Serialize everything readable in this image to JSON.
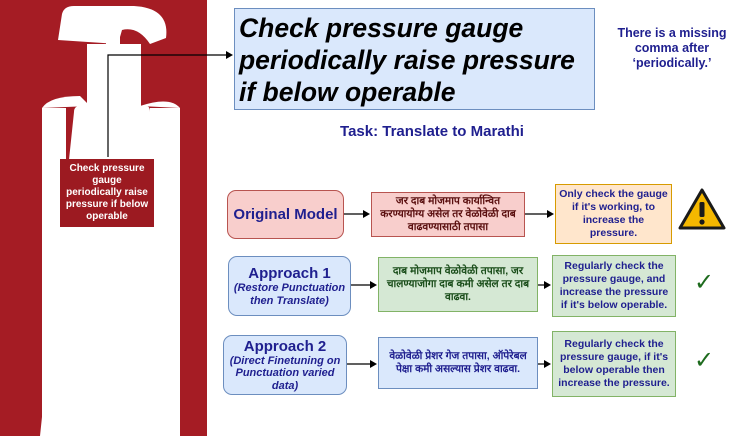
{
  "extinguisher_label": "Check pressure gauge periodically raise pressure if below operable",
  "main_sentence": "Check pressure gauge periodically raise pressure if below operable",
  "note": "There is a missing comma after ‘periodically.’",
  "task": "Task: Translate to Marathi",
  "rows": [
    {
      "model_title": "Original Model",
      "model_subtitle": "",
      "marathi": "जर दाब मोजमाप कार्यान्वित करण्यायोग्य असेल तर वेळोवेळी दाब वाढवण्यासाठी तपासा",
      "english": "Only check the gauge if it's working, to increase the pressure.",
      "verdict": "warning"
    },
    {
      "model_title": "Approach 1",
      "model_subtitle": "(Restore Punctuation then Translate)",
      "marathi": "दाब मोजमाप वेळोवेळी तपासा, जर चालण्याजोगा दाब कमी असेल तर दाब वाढवा.",
      "english": "Regularly check the pressure gauge, and increase the pressure if it's below operable.",
      "verdict": "✓"
    },
    {
      "model_title": "Approach 2",
      "model_subtitle": "(Direct Finetuning on Punctuation varied data)",
      "marathi": "वेळोवेळी प्रेशर गेज तपासा, ऑपेरेबल पेक्षा कमी असल्यास प्रेशर वाढवा.",
      "english": "Regularly check the pressure gauge, if it's below operable then increase the pressure.",
      "verdict": "✓"
    }
  ],
  "colors": {
    "extinguisher_red": "#a51c24",
    "text_navy": "#1f1f8f",
    "warning_yellow": "#f5b800",
    "check_green": "#1e6b1e"
  },
  "icons": [
    "fire-extinguisher-icon",
    "warning-icon",
    "check-icon"
  ]
}
